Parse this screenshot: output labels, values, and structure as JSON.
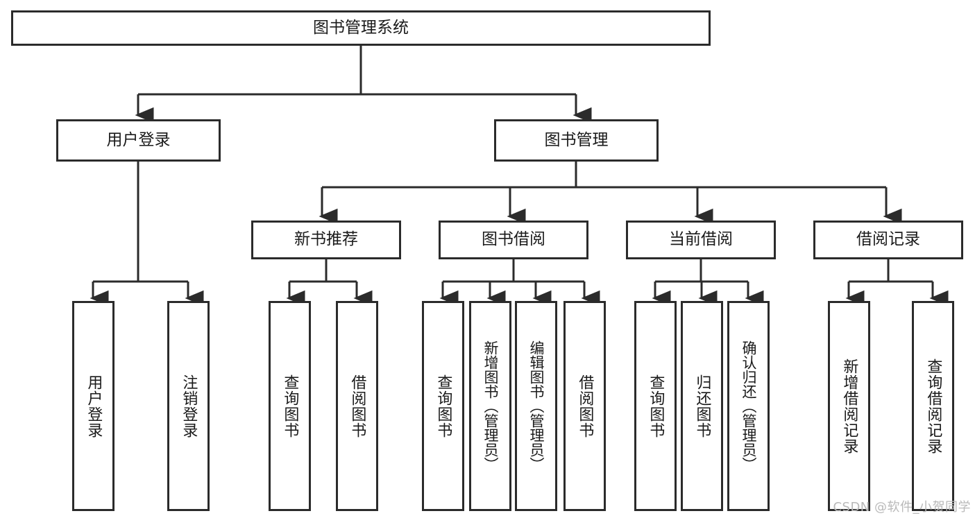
{
  "diagram": {
    "type": "tree-hierarchy",
    "title": "图书管理系统",
    "orientation": "top-down",
    "edge_color": "#2b2b2b",
    "node_border_color": "#2b2b2b",
    "node_fill_color": "#ffffff",
    "background_color": "#ffffff",
    "text_color": "#1a1a1a"
  },
  "root": {
    "label": "图书管理系统"
  },
  "level2": [
    {
      "label": "用户登录"
    },
    {
      "label": "图书管理"
    }
  ],
  "level3": [
    {
      "label": "新书推荐"
    },
    {
      "label": "图书借阅"
    },
    {
      "label": "当前借阅"
    },
    {
      "label": "借阅记录"
    }
  ],
  "leaves": {
    "user_login": [
      {
        "label": "用户登录"
      },
      {
        "label": "注销登录"
      }
    ],
    "new_book_recommend": [
      {
        "label": "查询图书"
      },
      {
        "label": "借阅图书"
      }
    ],
    "book_borrow": [
      {
        "label": "查询图书"
      },
      {
        "label": "新增图书（管理员）"
      },
      {
        "label": "编辑图书（管理员）"
      },
      {
        "label": "借阅图书"
      }
    ],
    "current_borrow": [
      {
        "label": "查询图书"
      },
      {
        "label": "归还图书"
      },
      {
        "label": "确认归还（管理员）"
      }
    ],
    "borrow_records": [
      {
        "label": "新增借阅记录"
      },
      {
        "label": "查询借阅记录"
      }
    ]
  },
  "watermark": {
    "text": "CSDN @软件_小贺同学"
  }
}
